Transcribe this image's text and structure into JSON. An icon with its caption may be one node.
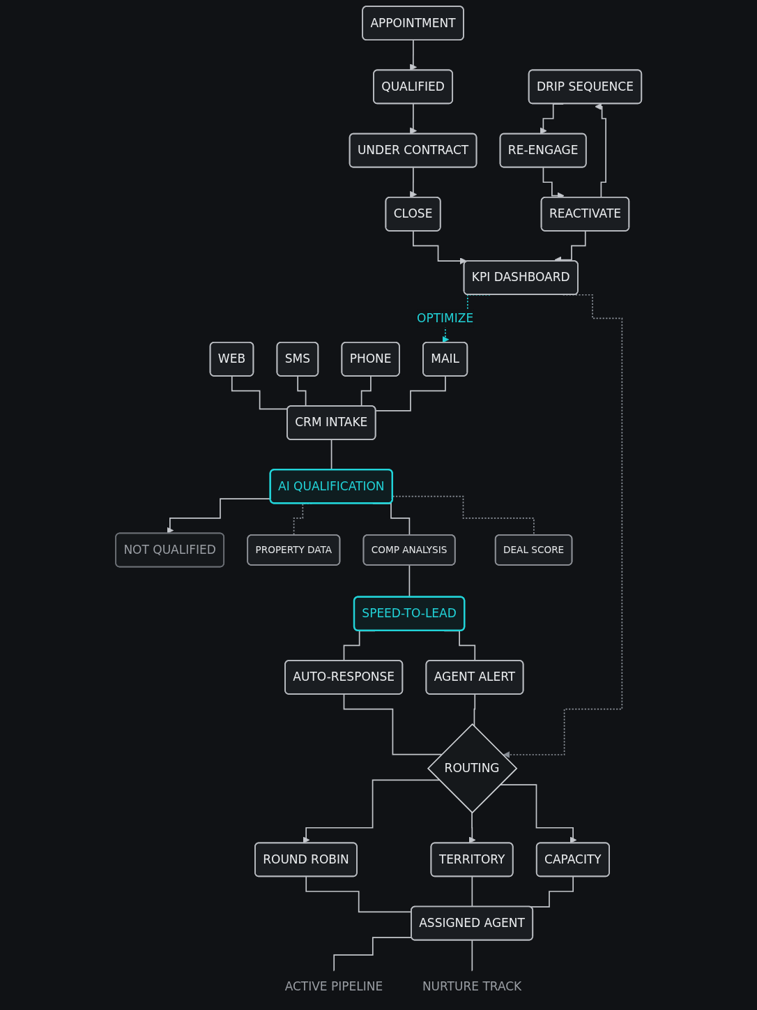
{
  "diagram": {
    "nodes": [
      {
        "text": [
          "WEB"
        ]
      },
      {
        "text": [
          "SMS"
        ]
      },
      {
        "text": [
          "PHONE"
        ]
      },
      {
        "text": [
          "MAIL"
        ]
      },
      {
        "text": [
          "CRM INTAKE"
        ]
      },
      {
        "text": [
          "AI QUALIFICATION"
        ]
      },
      {
        "text": [
          "NOT QUALIFIED"
        ]
      },
      {
        "text": [
          "PROPERTY DATA"
        ]
      },
      {
        "text": [
          "COMP ANALYSIS"
        ]
      },
      {
        "text": [
          "DEAL SCORE"
        ]
      },
      {
        "text": [
          "SPEED-TO-LEAD"
        ]
      },
      {
        "text": [
          "AUTO-RESPONSE"
        ]
      },
      {
        "text": [
          "AGENT ALERT"
        ]
      },
      {
        "text": [
          "ROUTING"
        ]
      },
      {
        "text": [
          "ROUND ROBIN"
        ]
      },
      {
        "text": [
          "TERRITORY"
        ]
      },
      {
        "text": [
          "CAPACITY"
        ]
      },
      {
        "text": [
          "ASSIGNED AGENT"
        ]
      },
      {
        "text": [
          "ACTIVE PIPELINE"
        ]
      },
      {
        "text": [
          "APPOINTMENT"
        ]
      },
      {
        "text": [
          "QUALIFIED"
        ]
      },
      {
        "text": [
          "UNDER CONTRACT"
        ]
      },
      {
        "text": [
          "CLOSE"
        ]
      },
      {
        "text": [
          "NURTURE TRACK"
        ]
      },
      {
        "text": [
          "DRIP SEQUENCE"
        ]
      },
      {
        "text": [
          "RE-ENGAGE"
        ]
      },
      {
        "text": [
          "REACTIVATE"
        ]
      },
      {
        "text": [
          "KPI DASHBOARD"
        ]
      }
    ],
    "edges": [
      {
        "from": 0,
        "to": 4,
        "arrow": "none"
      },
      {
        "from": 1,
        "to": 4,
        "arrow": "none"
      },
      {
        "from": 2,
        "to": 4,
        "arrow": "none"
      },
      {
        "from": 3,
        "to": 4,
        "arrow": "none"
      },
      {
        "from": 4,
        "to": 5,
        "arrow": "none"
      },
      {
        "from": 5,
        "to": 6,
        "arrow": "to"
      },
      {
        "from": 5,
        "to": 7,
        "arrow": "none",
        "style": "dashed"
      },
      {
        "from": 5,
        "to": 8,
        "arrow": "none"
      },
      {
        "from": 5,
        "to": 9,
        "arrow": "none",
        "style": "dashed"
      },
      {
        "from": 8,
        "to": 10,
        "arrow": "none"
      },
      {
        "from": 10,
        "to": 11,
        "arrow": "none"
      },
      {
        "from": 10,
        "to": 12,
        "arrow": "none"
      },
      {
        "from": 11,
        "to": 13,
        "arrow": "none"
      },
      {
        "from": 12,
        "to": 13,
        "arrow": "none"
      },
      {
        "from": 13,
        "to": 14,
        "arrow": "to"
      },
      {
        "from": 13,
        "to": 15,
        "arrow": "to"
      },
      {
        "from": 13,
        "to": 16,
        "arrow": "to"
      },
      {
        "from": 14,
        "to": 17,
        "arrow": "none"
      },
      {
        "from": 15,
        "to": 17,
        "arrow": "none"
      },
      {
        "from": 16,
        "to": 17,
        "arrow": "none"
      },
      {
        "from": 17,
        "to": 18,
        "arrow": "none"
      },
      {
        "from": 17,
        "to": 23,
        "arrow": "none"
      },
      {
        "from": 19,
        "to": 20,
        "arrow": "to"
      },
      {
        "from": 20,
        "to": 21,
        "arrow": "to"
      },
      {
        "from": 21,
        "to": 22,
        "arrow": "to"
      },
      {
        "from": 24,
        "to": 25,
        "arrow": "to"
      },
      {
        "from": 25,
        "to": 26,
        "arrow": "to"
      },
      {
        "from": 26,
        "to": 24,
        "arrow": "to"
      },
      {
        "from": 22,
        "to": 27,
        "arrow": "to"
      },
      {
        "from": 26,
        "to": 27,
        "arrow": "to"
      },
      {
        "from": 27,
        "to": 13,
        "arrow": "to",
        "style": "dashed"
      },
      {
        "from": 27,
        "to": 3,
        "arrow": "to",
        "style": "dashed",
        "color": "#22d3d8",
        "label": "OPTIMIZE"
      }
    ]
  }
}
